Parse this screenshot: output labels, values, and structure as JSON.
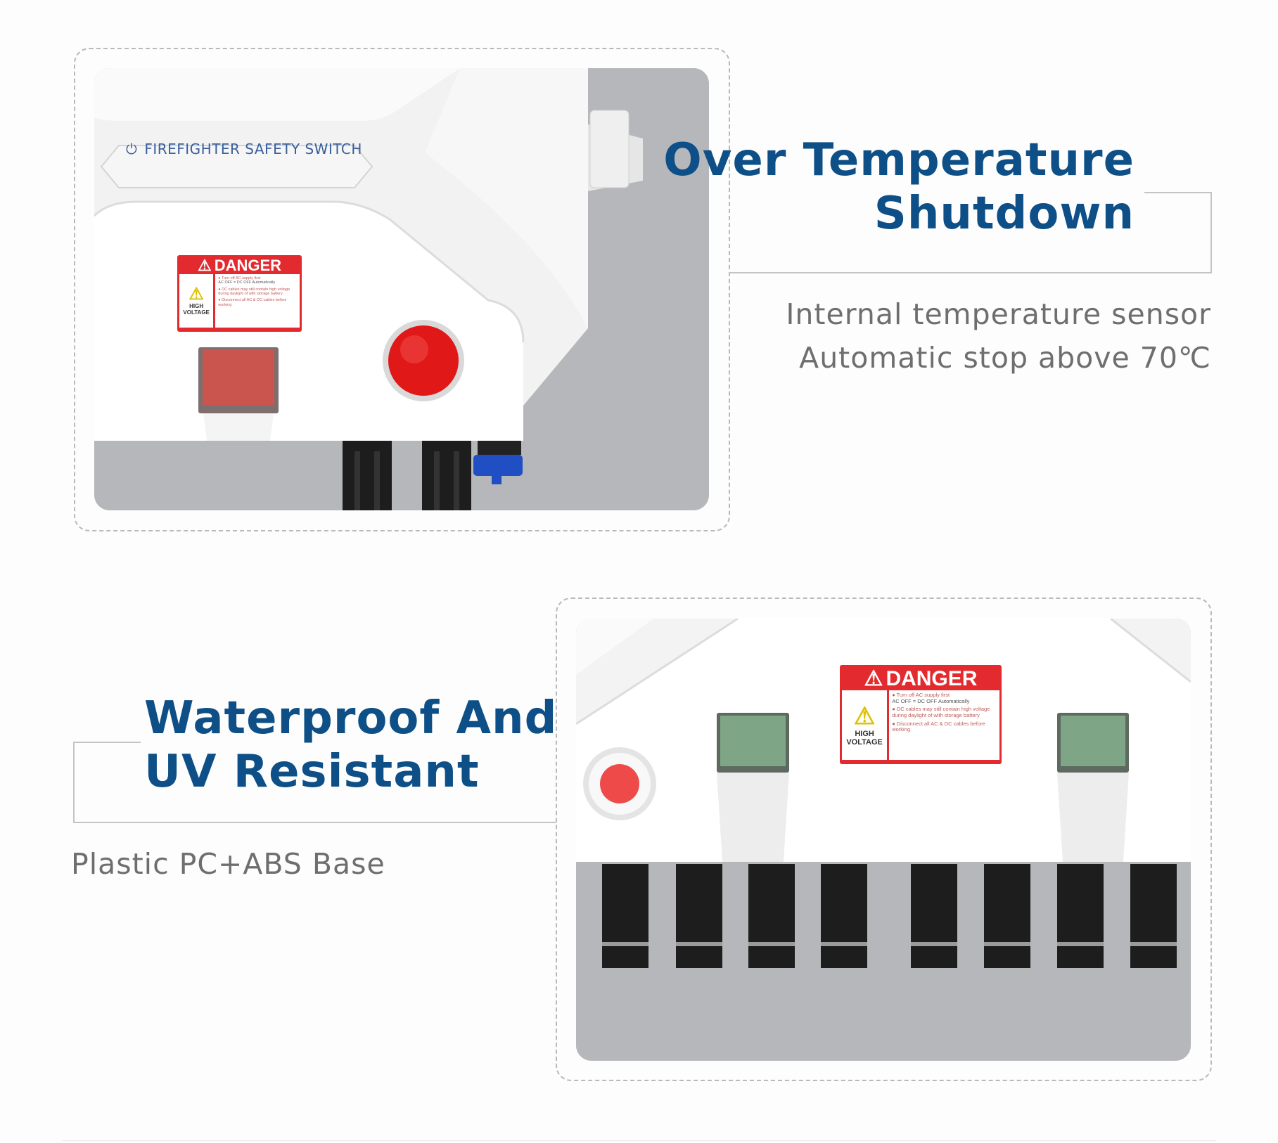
{
  "section1": {
    "title_line1": "Over Temperature",
    "title_line2": "Shutdown",
    "desc_line1": "Internal temperature sensor",
    "desc_line2": "Automatic stop above 70℃",
    "switch_label": "FIREFIGHTER SAFETY SWITCH"
  },
  "section2": {
    "title_line1": "Waterproof And",
    "title_line2": "UV Resistant",
    "desc": "Plastic PC+ABS Base"
  },
  "danger_label": {
    "header": "DANGER",
    "left_line1": "HIGH",
    "left_line2": "VOLTAGE",
    "item1a": "● Turn off AC supply first",
    "item1b": "AC OFF = DC OFF Automatically",
    "item2": "● DC cables may still contain high voltage during daylight of with storage battery",
    "item3": "● Disconnect all AC & DC cables before working"
  },
  "colors": {
    "title": "#0d4f86",
    "danger": "#e32b2f",
    "button": "#e02020"
  }
}
